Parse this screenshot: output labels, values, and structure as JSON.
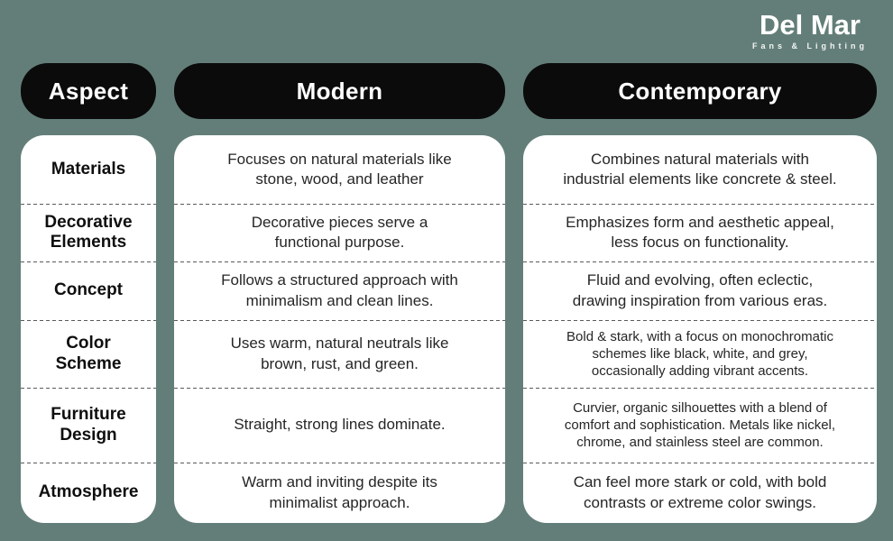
{
  "colors": {
    "background": "#637e78",
    "header-bg": "#0b0b0b",
    "header-text": "#ffffff",
    "card-bg": "#ffffff",
    "body-text": "#262626",
    "aspect-text": "#0e0e0e",
    "divider": "#5a5a5a",
    "logo-text": "#ffffff"
  },
  "logo": {
    "brand": "Del Mar",
    "tagline": "Fans & Lighting"
  },
  "table": {
    "headers": {
      "aspect": "Aspect",
      "modern": "Modern",
      "contemporary": "Contemporary"
    },
    "rows": [
      {
        "aspect": "Materials",
        "modern": "Focuses on natural materials like\nstone, wood, and leather",
        "contemporary": "Combines natural materials with\nindustrial elements like concrete & steel."
      },
      {
        "aspect": "Decorative\nElements",
        "modern": "Decorative pieces serve a\nfunctional purpose.",
        "contemporary": "Emphasizes form and aesthetic appeal,\nless focus on functionality."
      },
      {
        "aspect": "Concept",
        "modern": "Follows a structured approach with\nminimalism and clean lines.",
        "contemporary": "Fluid and evolving, often eclectic,\ndrawing inspiration from various eras."
      },
      {
        "aspect": "Color\nScheme",
        "modern": "Uses warm, natural neutrals like\nbrown, rust, and green.",
        "contemporary": "Bold & stark, with a focus on monochromatic\nschemes like black, white, and grey,\noccasionally adding vibrant accents."
      },
      {
        "aspect": "Furniture\nDesign",
        "modern": "Straight, strong lines dominate.",
        "contemporary": "Curvier, organic silhouettes with a blend of\ncomfort and sophistication. Metals like nickel,\nchrome, and stainless steel are common."
      },
      {
        "aspect": "Atmosphere",
        "modern": "Warm and inviting despite its\nminimalist approach.",
        "contemporary": "Can feel more stark or cold, with bold\ncontrasts or extreme color swings."
      }
    ]
  },
  "chart_data": {
    "type": "table",
    "title": "Modern vs Contemporary comparison",
    "columns": [
      "Aspect",
      "Modern",
      "Contemporary"
    ],
    "rows": [
      [
        "Materials",
        "Focuses on natural materials like stone, wood, and leather",
        "Combines natural materials with industrial elements like concrete & steel."
      ],
      [
        "Decorative Elements",
        "Decorative pieces serve a functional purpose.",
        "Emphasizes form and aesthetic appeal, less focus on functionality."
      ],
      [
        "Concept",
        "Follows a structured approach with minimalism and clean lines.",
        "Fluid and evolving, often eclectic, drawing inspiration from various eras."
      ],
      [
        "Color Scheme",
        "Uses warm, natural neutrals like brown, rust, and green.",
        "Bold & stark, with a focus on monochromatic schemes like black, white, and grey, occasionally adding vibrant accents."
      ],
      [
        "Furniture Design",
        "Straight, strong lines dominate.",
        "Curvier, organic silhouettes with a blend of comfort and sophistication. Metals like nickel, chrome, and stainless steel are common."
      ],
      [
        "Atmosphere",
        "Warm and inviting despite its minimalist approach.",
        "Can feel more stark or cold, with bold contrasts or extreme color swings."
      ]
    ]
  }
}
